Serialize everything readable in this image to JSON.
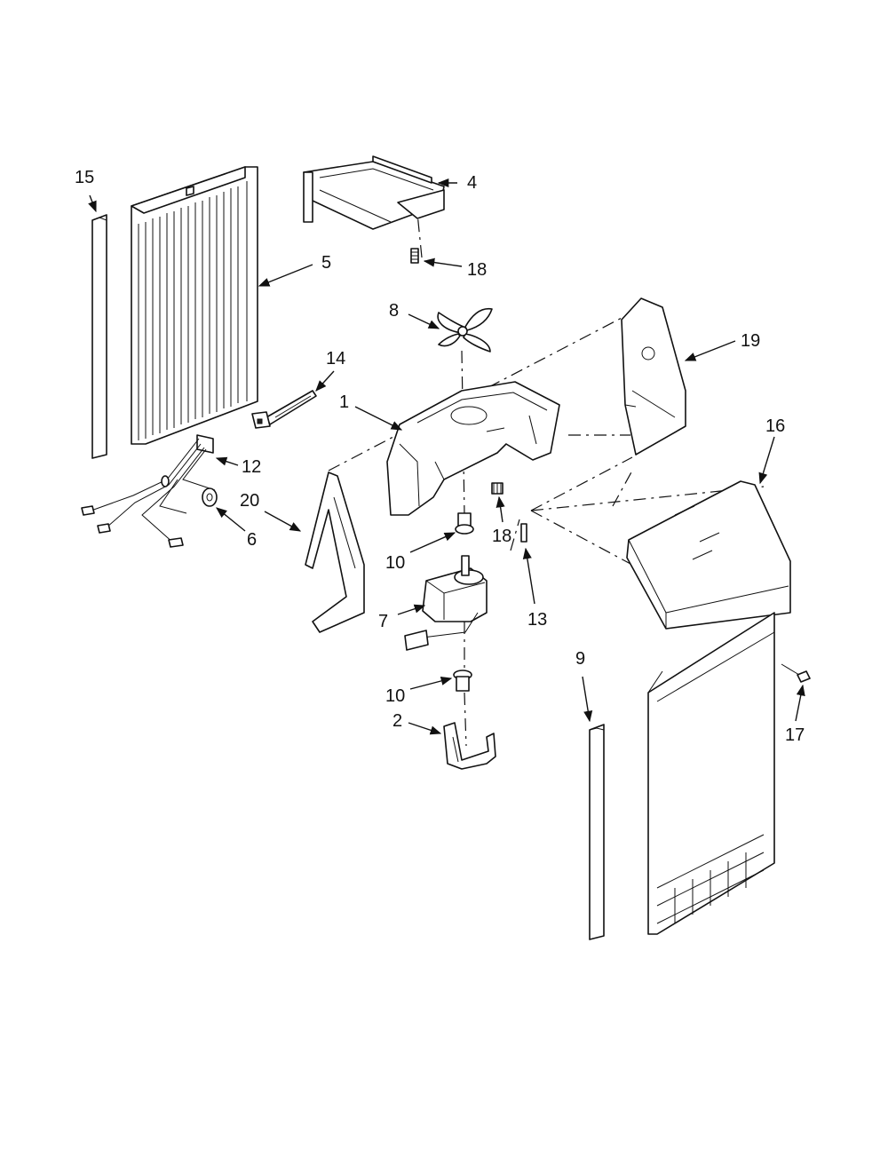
{
  "diagram": {
    "callouts": {
      "c1": "1",
      "c2": "2",
      "c4": "4",
      "c5": "5",
      "c6": "6",
      "c7": "7",
      "c8": "8",
      "c9": "9",
      "c10a": "10",
      "c10b": "10",
      "c12": "12",
      "c13": "13",
      "c14": "14",
      "c15": "15",
      "c16": "16",
      "c17": "17",
      "c18a": "18",
      "c18b": "18",
      "c19": "19",
      "c20": "20"
    }
  }
}
